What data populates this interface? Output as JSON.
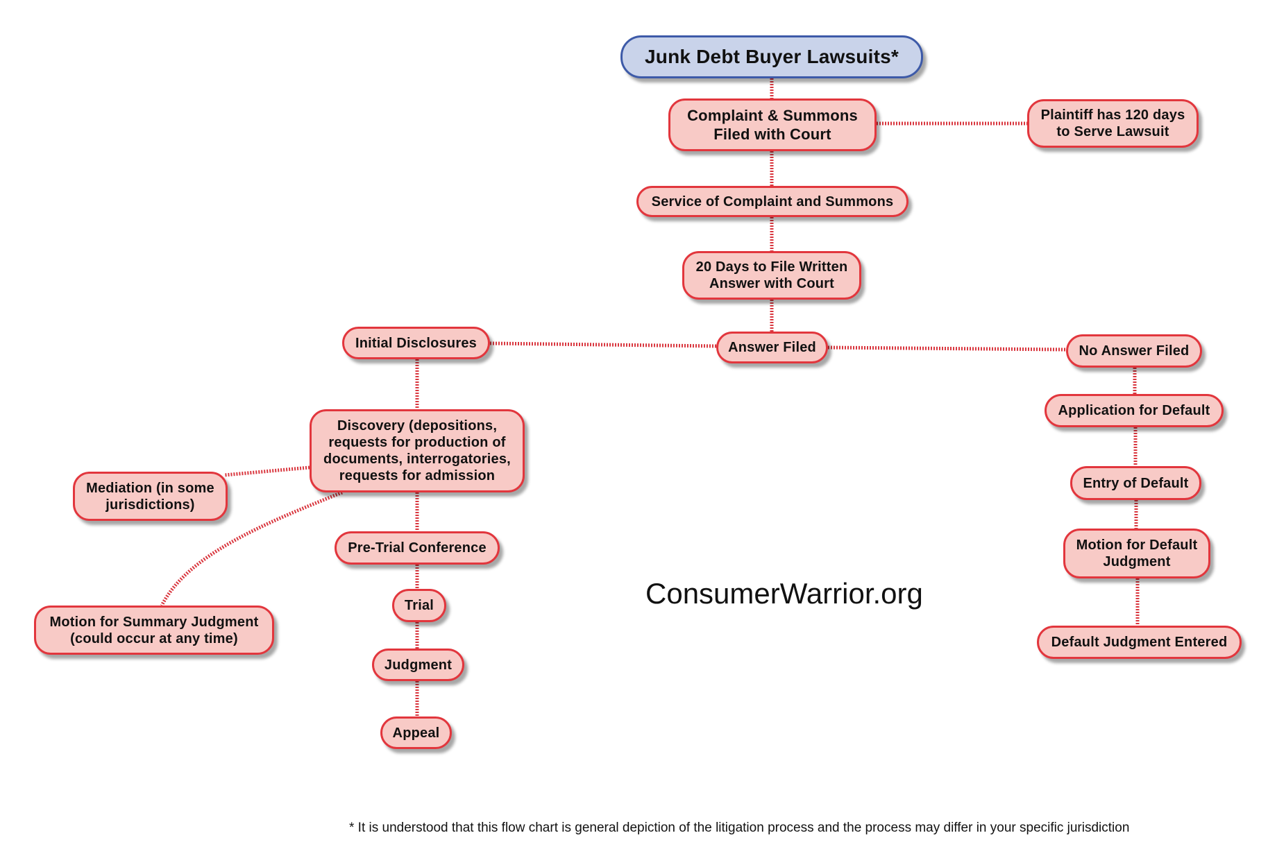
{
  "title": "Junk Debt Buyer Lawsuits*",
  "nodes": {
    "complaint": "Complaint & Summons\nFiled with Court",
    "plaintiff_days": "Plaintiff has 120 days\nto Serve Lawsuit",
    "service": "Service of Complaint and Summons",
    "days_to_answer": "20 Days to File Written\nAnswer with Court",
    "answer_filed": "Answer Filed",
    "initial_disclosures": "Initial Disclosures",
    "no_answer": "No Answer Filed",
    "discovery": "Discovery (depositions,\nrequests for production of\ndocuments, interrogatories,\nrequests for admission",
    "mediation": "Mediation (in some\njurisdictions)",
    "summary_judgment": "Motion for Summary Judgment\n(could occur at any time)",
    "pretrial": "Pre-Trial Conference",
    "trial": "Trial",
    "judgment": "Judgment",
    "appeal": "Appeal",
    "application_default": "Application for Default",
    "entry_default": "Entry of Default",
    "motion_default": "Motion for Default\nJudgment",
    "default_entered": "Default Judgment Entered"
  },
  "watermark": "ConsumerWarrior.org",
  "footnote": "* It is understood that this flow chart is general depiction of the litigation process and the process may differ in your specific jurisdiction",
  "colors": {
    "node_fill": "#f8cac6",
    "node_border": "#e2363d",
    "title_fill": "#c9d3ea",
    "title_border": "#3d5aa8",
    "connector": "#d9363e"
  }
}
